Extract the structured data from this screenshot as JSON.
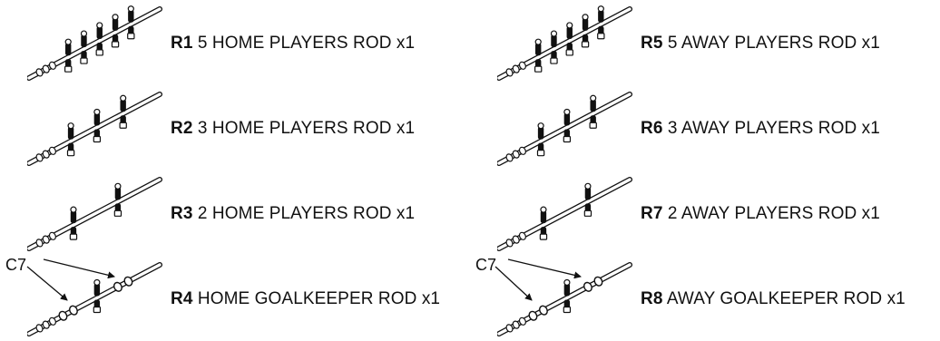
{
  "parts": [
    {
      "code": "R1",
      "description": "5 HOME PLAYERS ROD x1",
      "players": 5
    },
    {
      "code": "R2",
      "description": "3 HOME PLAYERS ROD x1",
      "players": 3
    },
    {
      "code": "R3",
      "description": "2 HOME PLAYERS ROD x1",
      "players": 2
    },
    {
      "code": "R4",
      "description": "HOME GOALKEEPER ROD x1",
      "players": 1
    },
    {
      "code": "R5",
      "description": "5 AWAY PLAYERS ROD x1",
      "players": 5
    },
    {
      "code": "R6",
      "description": "3 AWAY PLAYERS ROD x1",
      "players": 3
    },
    {
      "code": "R7",
      "description": "2 AWAY PLAYERS ROD x1",
      "players": 2
    },
    {
      "code": "R8",
      "description": "AWAY GOALKEEPER ROD x1",
      "players": 1
    }
  ],
  "callout_left": "C7",
  "callout_right": "C7"
}
